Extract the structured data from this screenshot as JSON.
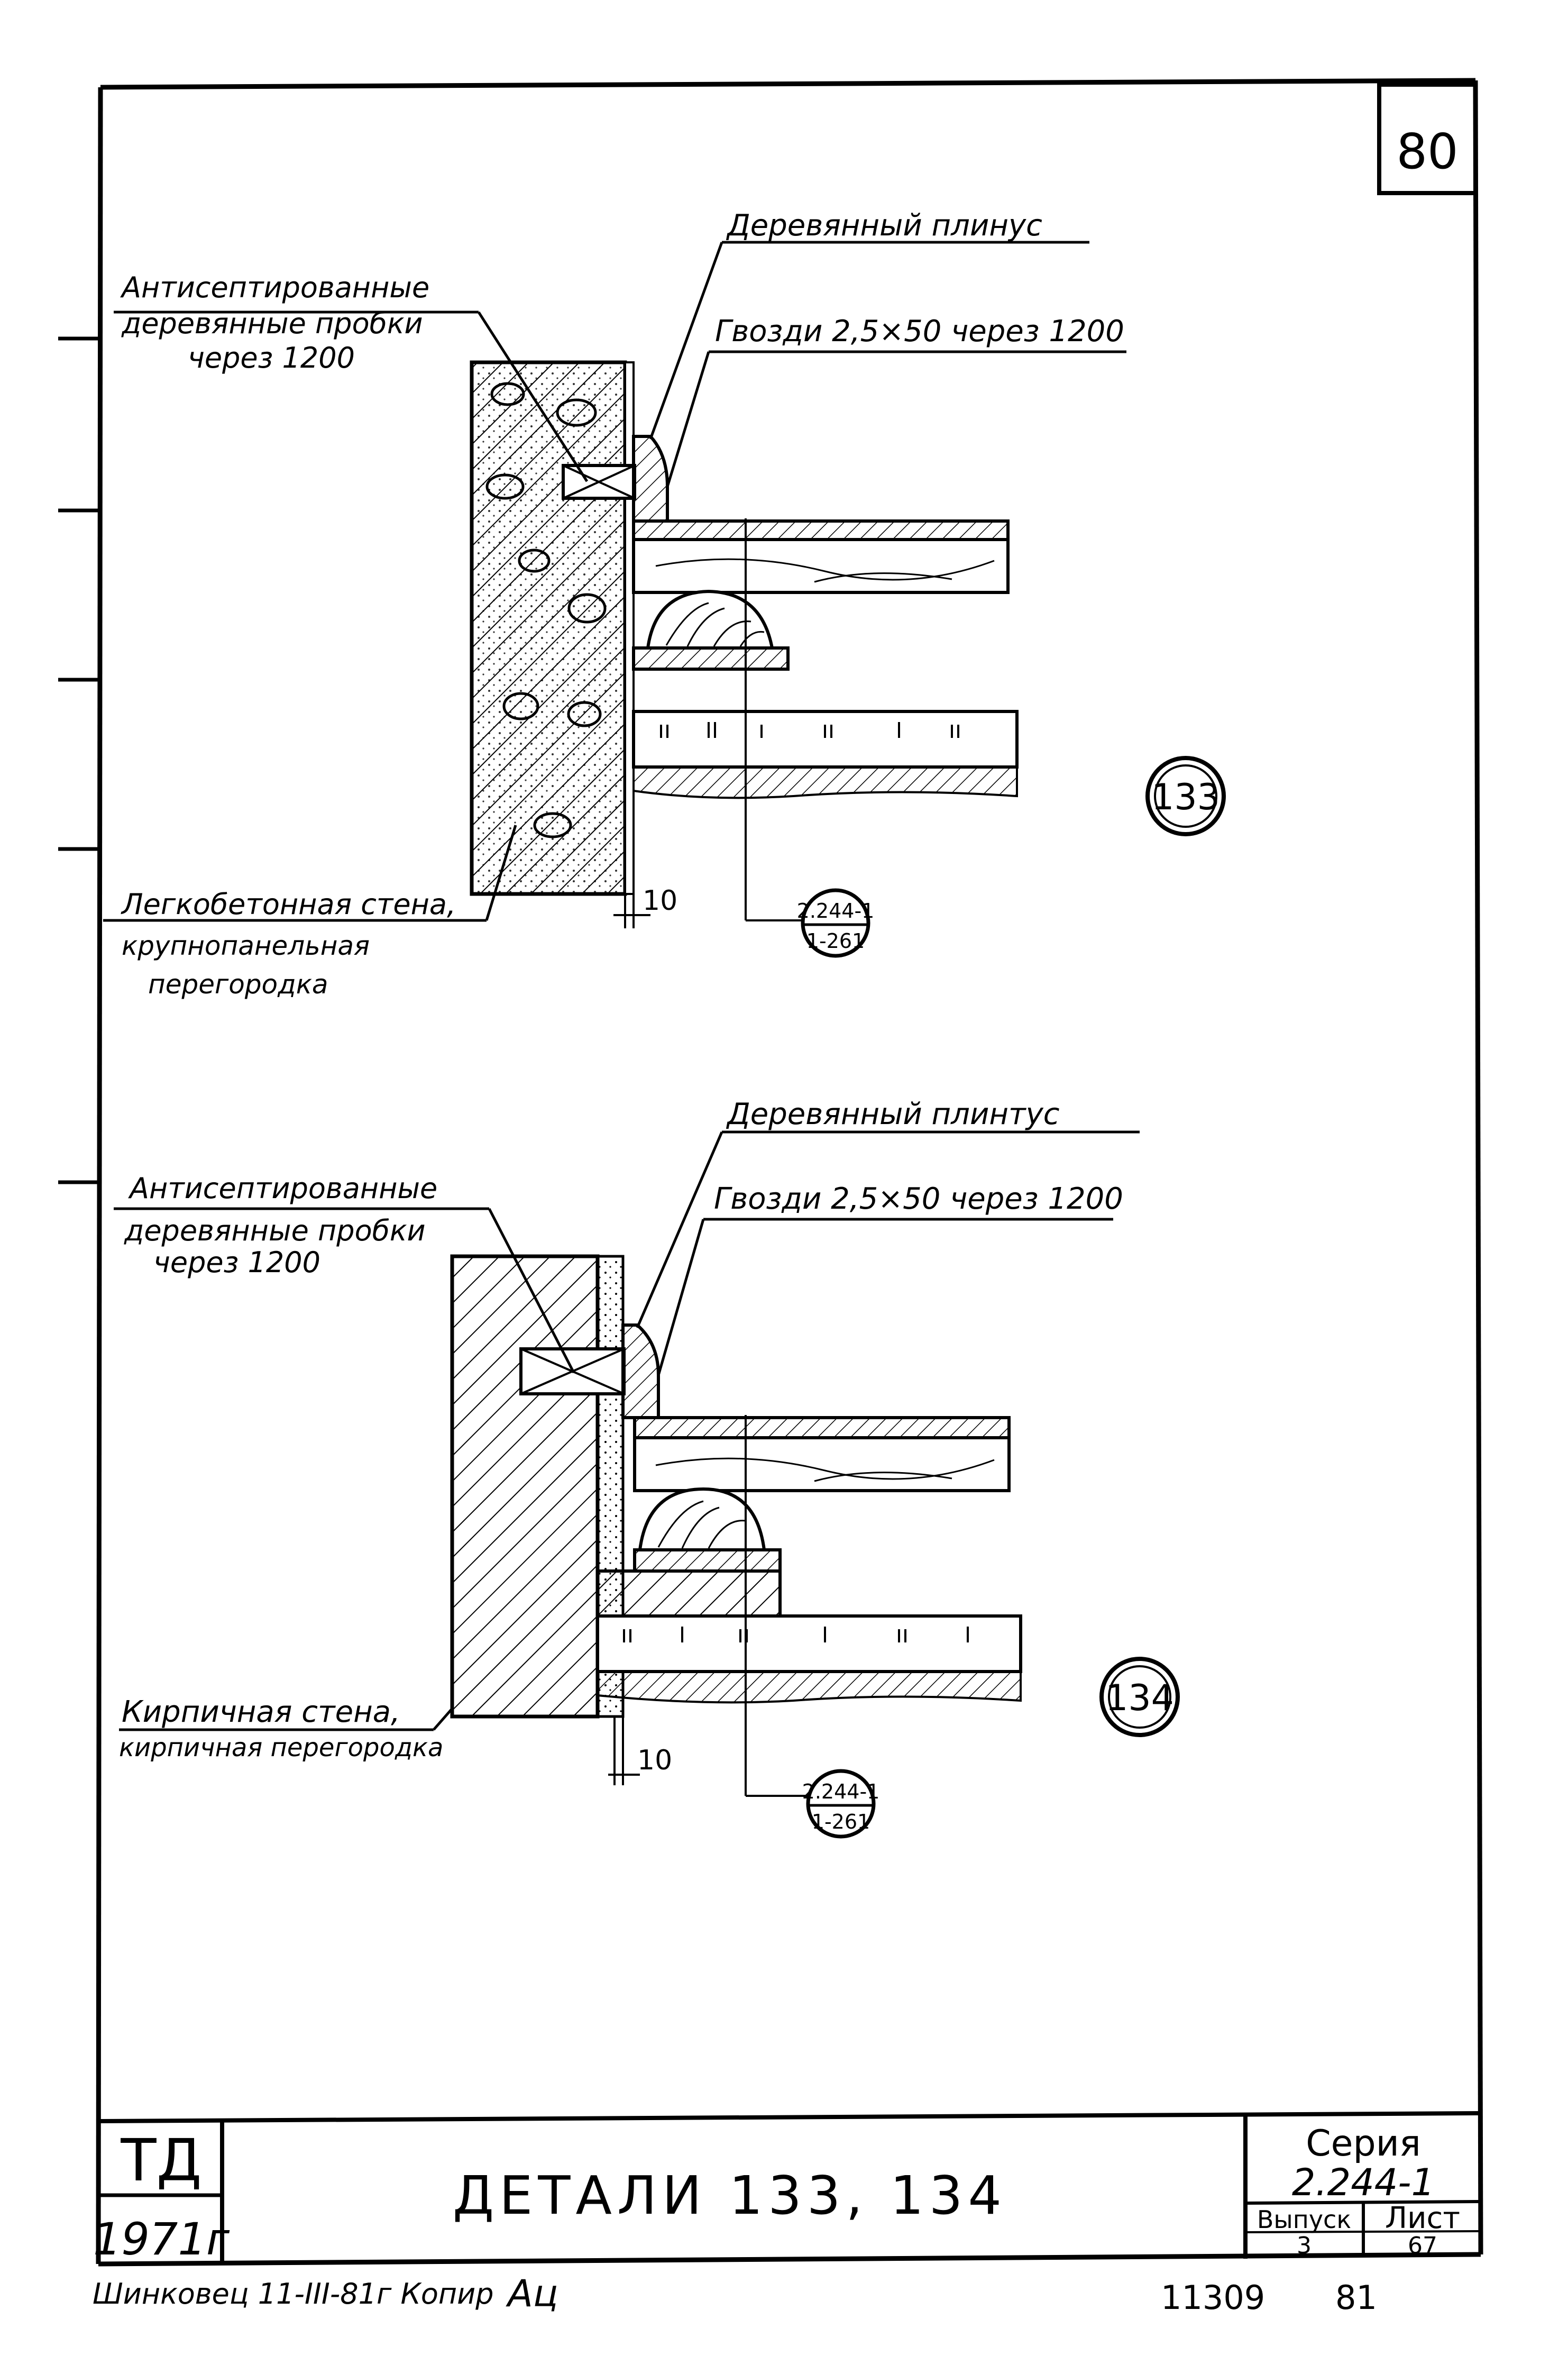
{
  "sheet": {
    "page_number": "80",
    "title": "ДЕТАЛИ  133, 134",
    "stamp_top": "ТД",
    "stamp_year": "1971г",
    "series_label": "Серия",
    "series_value": "2.244-1",
    "issue_label": "Выпуск",
    "issue_value": "3",
    "sheet_label": "Лист",
    "sheet_value": "67",
    "footer_left": "Шинковец 11-III-81г Копир",
    "footer_order": "11309",
    "footer_page": "81"
  },
  "detail_133": {
    "number": "133",
    "label_plinth": "Деревянный плинус",
    "label_nails": "Гвозди 2,5×50 через 1200",
    "label_plugs": [
      "Антисептированные",
      "деревянные пробки",
      "через 1200"
    ],
    "label_wall": [
      "Легкобетонная стена,",
      "крупнопанельная",
      "перегородка"
    ],
    "dimension": "10",
    "ref_top": "2.244-1",
    "ref_bottom": "1-261"
  },
  "detail_134": {
    "number": "134",
    "label_plinth": "Деревянный плинтус",
    "label_nails": "Гвозди 2,5×50 через 1200",
    "label_plugs": [
      "Антисептированные",
      "деревянные пробки",
      "через 1200"
    ],
    "label_wall": [
      "Кирпичная стена,",
      "кирпичная перегородка"
    ],
    "dimension": "10",
    "ref_top": "2.244-1",
    "ref_bottom": "1-261"
  }
}
